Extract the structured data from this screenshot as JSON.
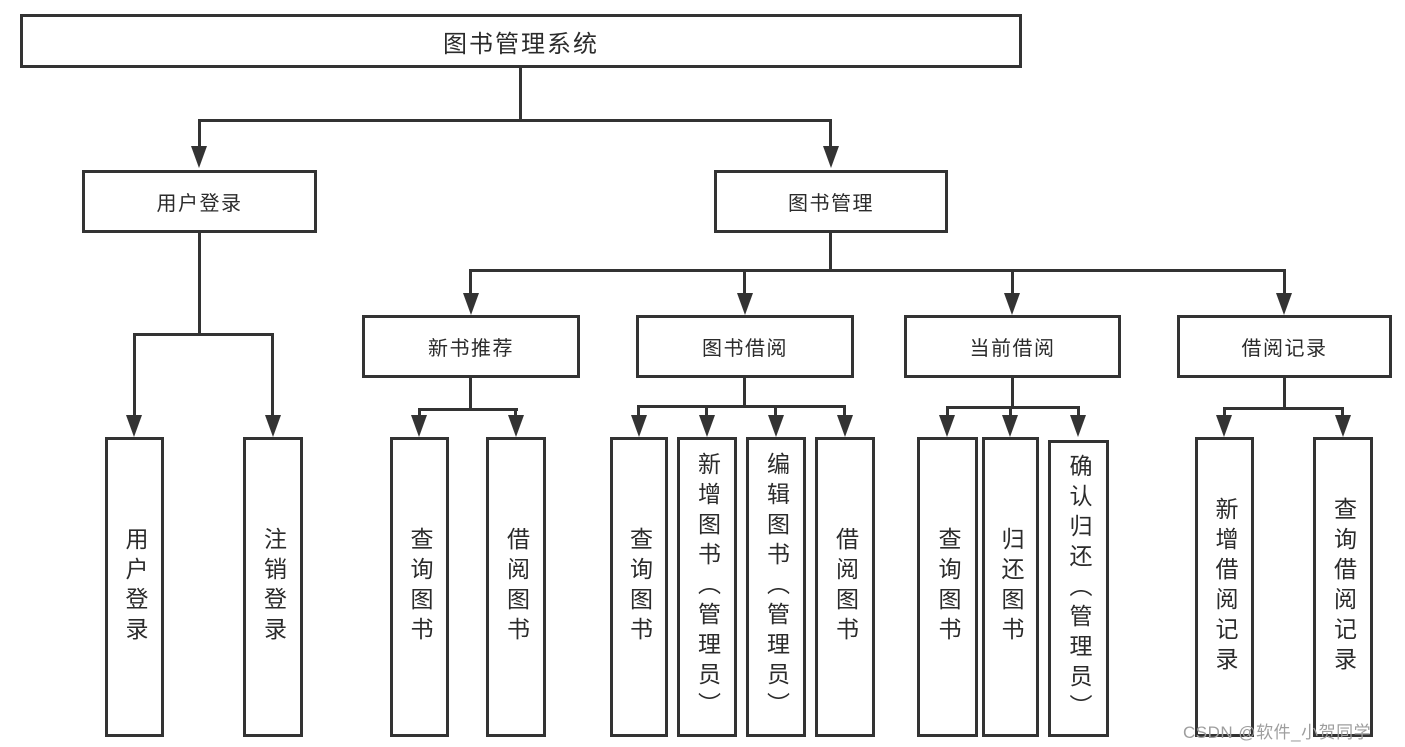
{
  "nodes": {
    "root": "图书管理系统",
    "user_login": "用户登录",
    "book_mgmt": "图书管理",
    "new_book_rec": "新书推荐",
    "book_borrow": "图书借阅",
    "current_borrow": "当前借阅",
    "borrow_records": "借阅记录",
    "leaf_user_login": "用户登录",
    "leaf_logout": "注销登录",
    "rec_query": "查询图书",
    "rec_borrow": "借阅图书",
    "bb_query": "查询图书",
    "bb_add": "新增图书（管理员）",
    "bb_edit": "编辑图书（管理员）",
    "bb_borrow": "借阅图书",
    "cb_query": "查询图书",
    "cb_return": "归还图书",
    "cb_confirm": "确认归还（管理员）",
    "br_add": "新增借阅记录",
    "br_query": "查询借阅记录"
  },
  "watermark": "CSDN @软件_小贺同学",
  "colors": {
    "line": "#333333",
    "text": "#2b2b2b",
    "watermark": "#9e9e9e",
    "background": "#ffffff"
  }
}
